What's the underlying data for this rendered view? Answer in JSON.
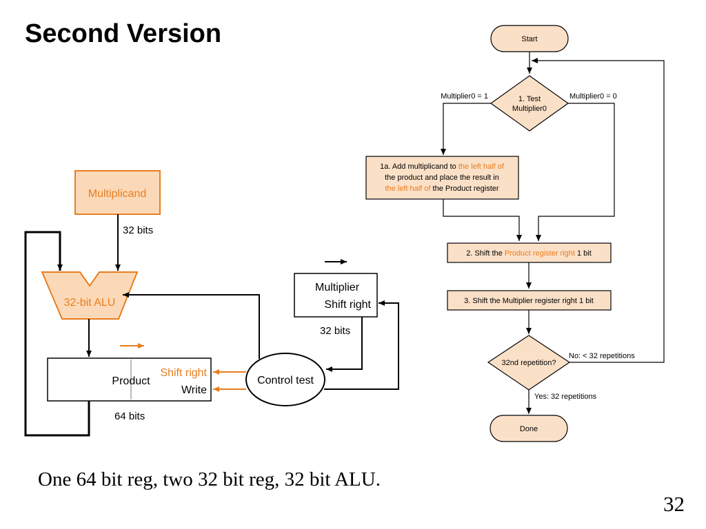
{
  "title": "Second Version",
  "caption": "One 64 bit reg, two 32 bit reg, 32 bit ALU.",
  "page_number": "32",
  "colors": {
    "accent": "#e87d1e",
    "box_fill": "#fbe0c8",
    "multiplicand_fill": "#fbd9b8"
  },
  "hardware": {
    "multiplicand": "Multiplicand",
    "multiplicand_width": "32 bits",
    "alu": "32-bit ALU",
    "product": "Product",
    "product_shift": "Shift right",
    "product_write": "Write",
    "product_width": "64 bits",
    "multiplier": "Multiplier",
    "multiplier_shift": "Shift right",
    "multiplier_width": "32 bits",
    "control": "Control test"
  },
  "flowchart": {
    "start": "Start",
    "test_line1": "1. Test",
    "test_line2": "Multiplier0",
    "branch_one": "Multiplier0 = 1",
    "branch_zero": "Multiplier0 = 0",
    "step1a": {
      "l1a": "1a. Add multiplicand to ",
      "l1b": "the left half of",
      "l2": "the product and place the result in",
      "l3a": "the left half of",
      "l3b": " the Product register"
    },
    "step2": {
      "a": "2. Shift the ",
      "b": "Product register right",
      "c": " 1 bit"
    },
    "step3": "3. Shift the Multiplier register right 1 bit",
    "repetition": "32nd repetition?",
    "no_label": "No:  < 32 repetitions",
    "yes_label": "Yes:  32 repetitions",
    "done": "Done"
  }
}
